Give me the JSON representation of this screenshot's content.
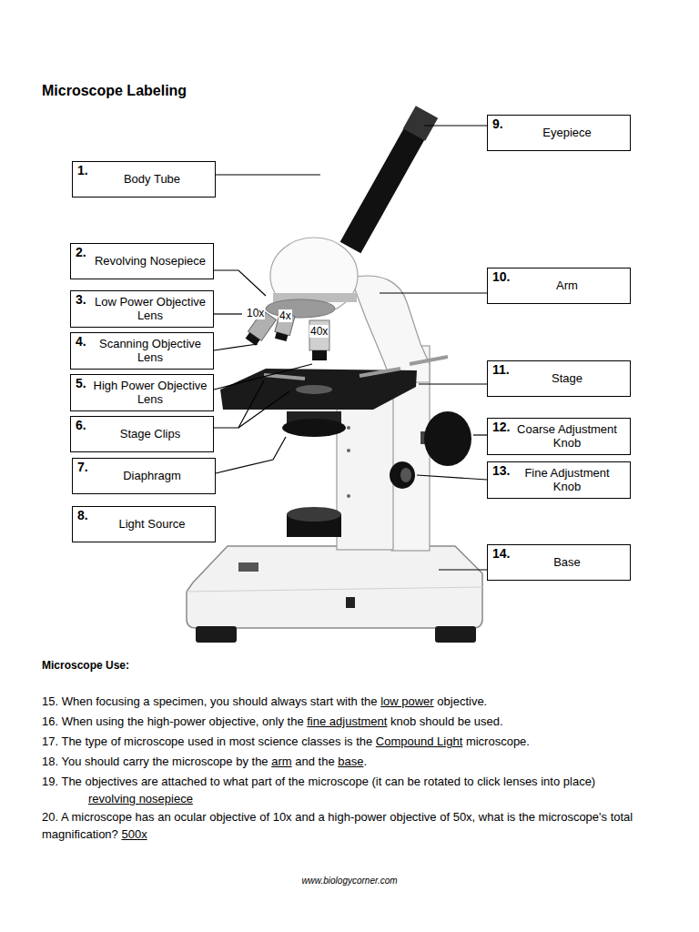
{
  "diagram": {
    "title": "Microscope Labeling",
    "nodes": [
      {
        "text": [
          "1.",
          "Body Tube"
        ]
      },
      {
        "text": [
          "2.",
          "Revolving Nosepiece"
        ]
      },
      {
        "text": [
          "3.",
          "Low Power Objective Lens"
        ]
      },
      {
        "text": [
          "4.",
          "Scanning Objective Lens"
        ]
      },
      {
        "text": [
          "5.",
          "High Power Objective Lens"
        ]
      },
      {
        "text": [
          "6.",
          "Stage Clips"
        ]
      },
      {
        "text": [
          "7.",
          "Diaphragm"
        ]
      },
      {
        "text": [
          "8.",
          "Light Source"
        ]
      },
      {
        "text": [
          "9.",
          "Eyepiece"
        ]
      },
      {
        "text": [
          "10.",
          "Arm"
        ]
      },
      {
        "text": [
          "11.",
          "Stage"
        ]
      },
      {
        "text": [
          "12.",
          "Coarse Adjustment Knob"
        ]
      },
      {
        "text": [
          "13.",
          "Fine Adjustment Knob"
        ]
      },
      {
        "text": [
          "14.",
          "Base"
        ]
      }
    ],
    "labels": [
      "10x",
      "4x",
      "40x",
      "Microscope Use:",
      "15. When focusing a specimen, you should always start with the",
      "low power",
      "objective.",
      "16. When using the high-power objective, only the",
      "fine adjustment",
      "knob should be used.",
      "17. The type of microscope used in most science classes is the",
      "Compound Light",
      "microscope.",
      "18. You should carry the microscope by the",
      "arm",
      "and the",
      "base",
      ".",
      "19. The objectives are attached to what part of the microscope (it can be rotated to click lenses into place)",
      "revolving nosepiece",
      "20. A microscope has an ocular objective of 10x and a high-power objective of 50x, what is the microscope's total magnification?",
      "500x",
      "www.biologycorner.com"
    ]
  }
}
